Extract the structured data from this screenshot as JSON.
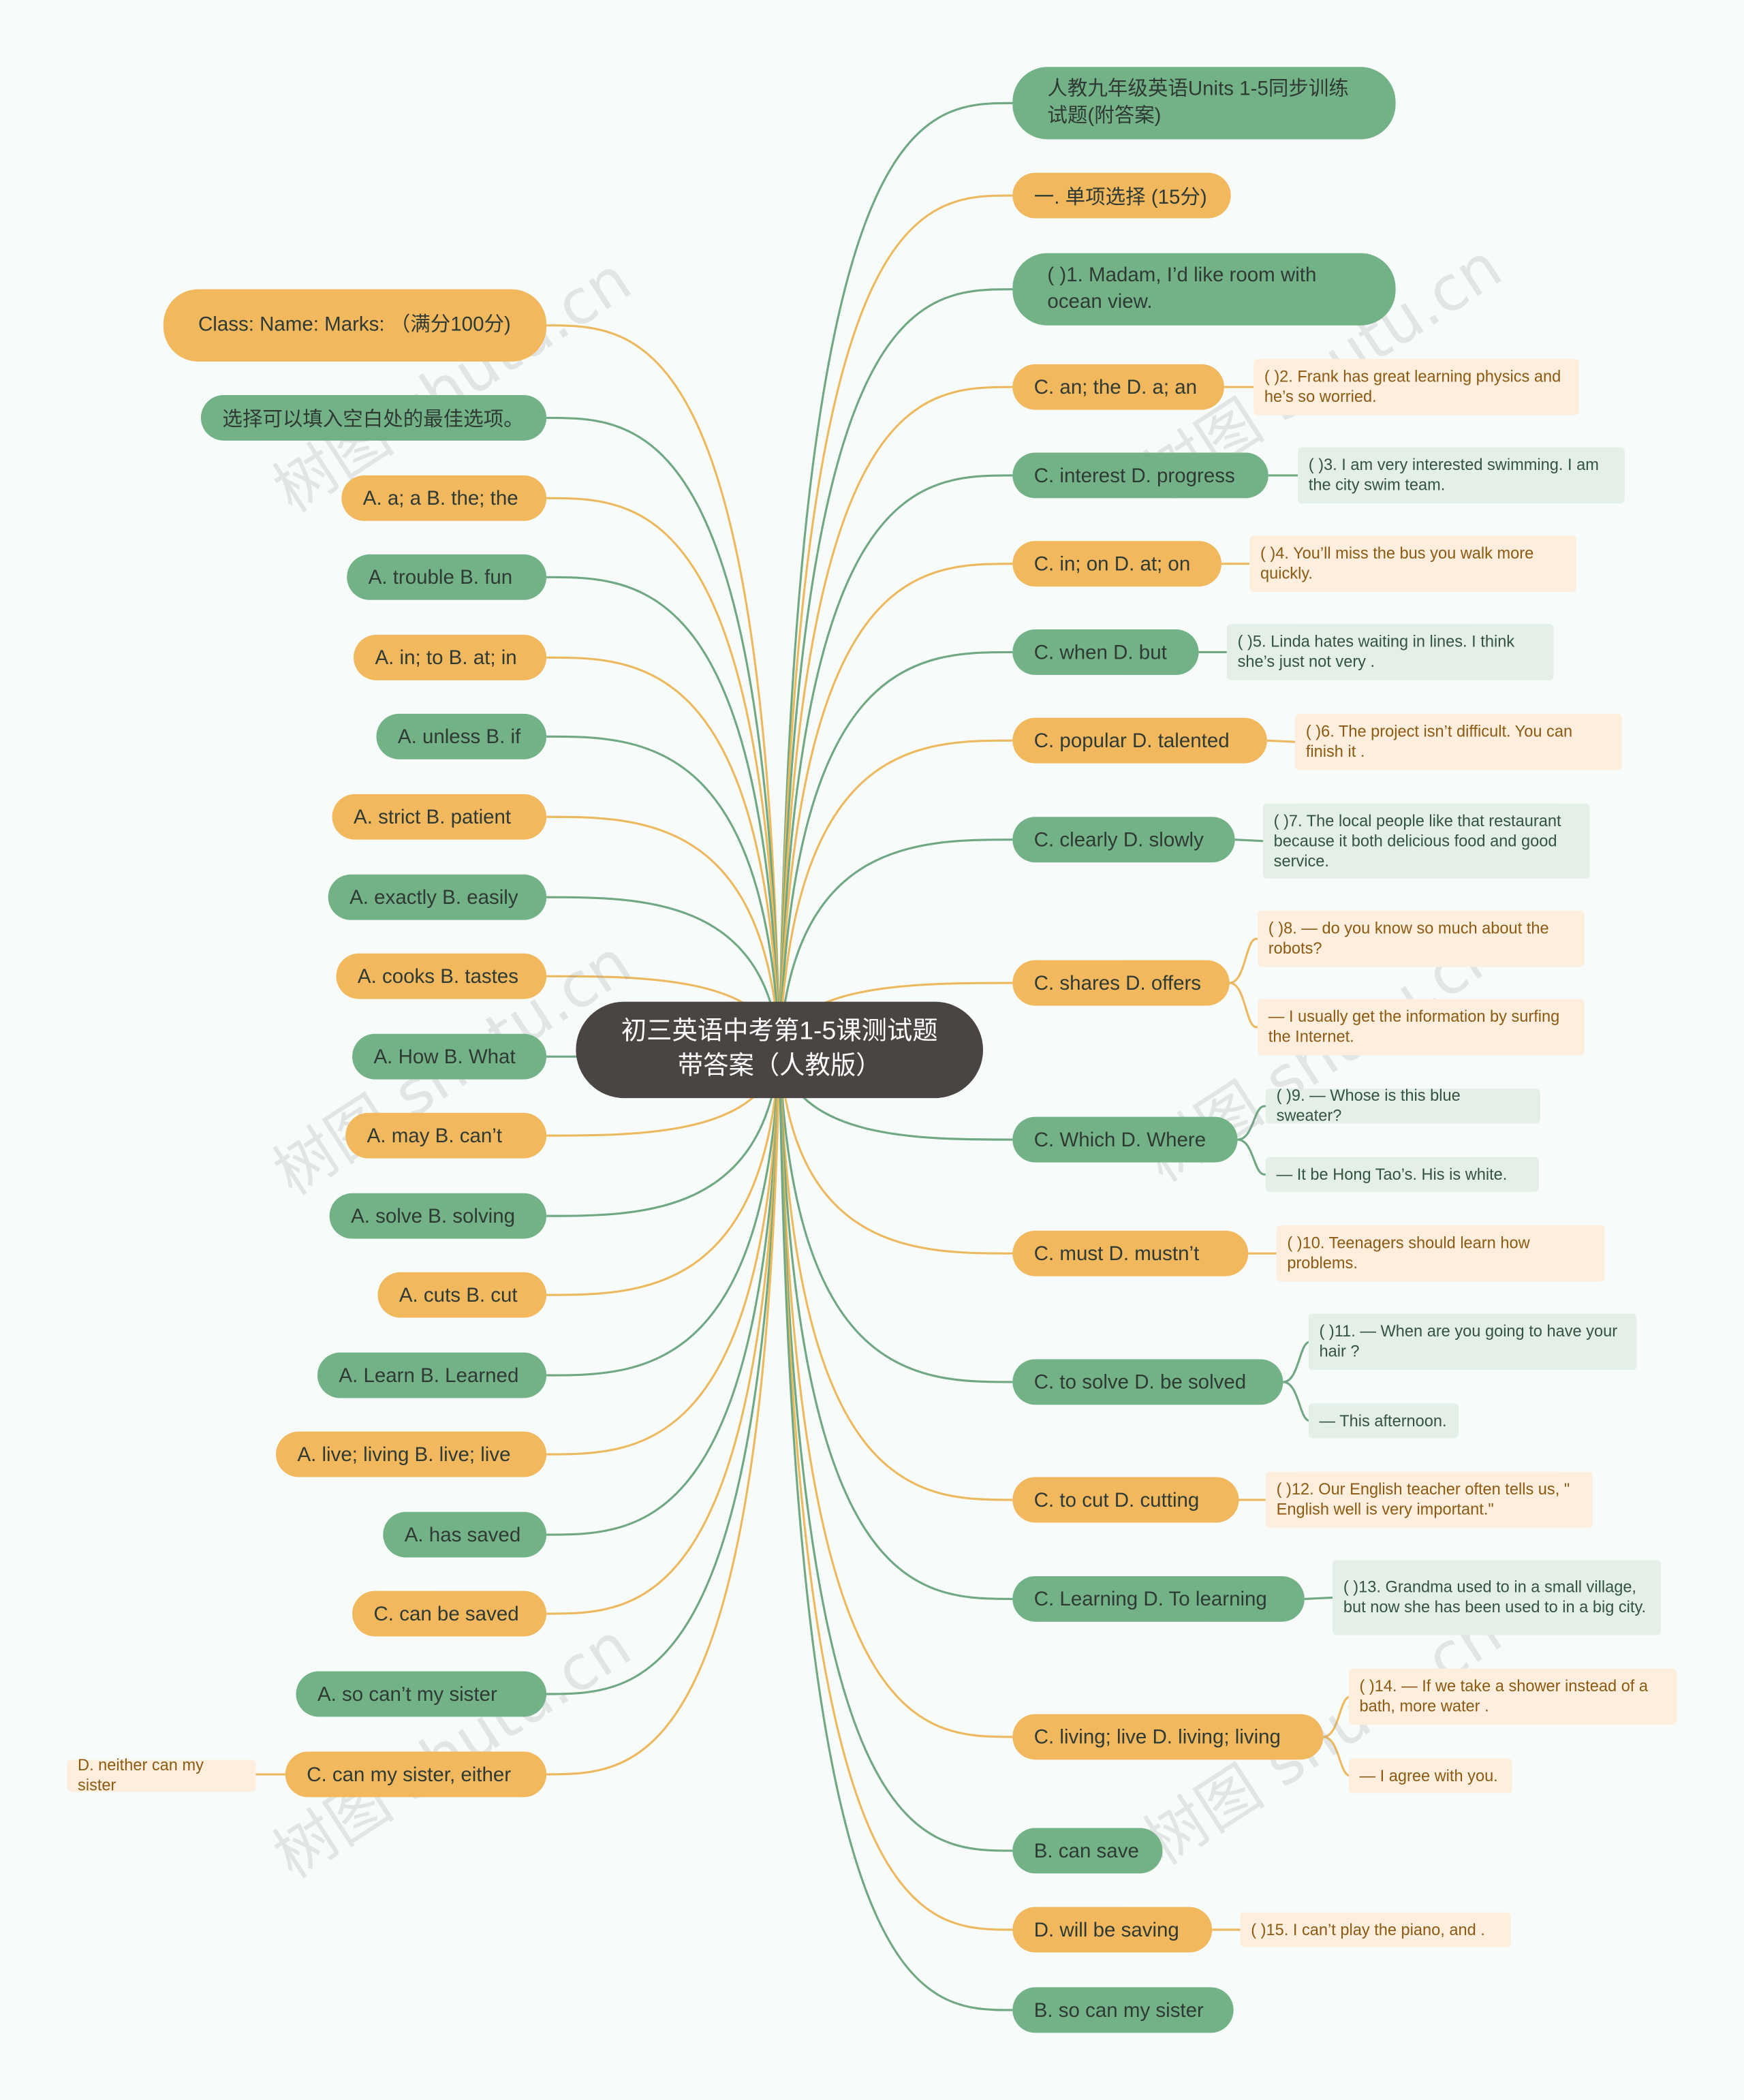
{
  "center": "初三英语中考第1-5课测试题带答案（人教版）",
  "watermark": "树图 shutu.cn",
  "colors": {
    "green": "#73b287",
    "orange": "#f1b85e",
    "center": "#4a4543",
    "link_green": "#6fa882",
    "link_orange": "#ecb95f"
  },
  "left": [
    "Class: Name: Marks: （满分100分)",
    "选择可以填入空白处的最佳选项。",
    "A. a; a B. the; the",
    "A. trouble B. fun",
    "A. in; to B. at; in",
    "A. unless B. if",
    "A. strict B. patient",
    "A. exactly B. easily",
    "A. cooks B. tastes",
    "A. How B. What",
    "A. may B. can’t",
    "A. solve B. solving",
    "A. cuts B. cut",
    "A. Learn B. Learned",
    "A. live; living B. live; live",
    "A. has saved",
    "C. can be saved",
    "A. so can’t my sister",
    "C. can my sister, either"
  ],
  "left_note": "D. neither can my sister",
  "right": [
    "人教九年级英语Units 1-5同步训练试题(附答案)",
    "一. 单项选择 (15分)",
    "( )1. Madam, I’d like room with ocean view.",
    "C. an; the D. a; an",
    "C. interest D. progress",
    "C. in; on D. at; on",
    "C. when D. but",
    "C. popular D. talented",
    "C. clearly D. slowly",
    "C. shares D. offers",
    "C. Which D. Where",
    "C. must D. mustn’t",
    "C. to solve D. be solved",
    "C. to cut D. cutting",
    "C. Learning D. To learning",
    "C. living; live D. living; living",
    "B. can save",
    "D. will be saving",
    "B. so can my sister"
  ],
  "notes": [
    "( )2. Frank has great learning physics and he’s so worried.",
    "( )3. I am very interested swimming. I am the city swim team.",
    "( )4. You’ll miss the bus you walk more quickly.",
    "( )5. Linda hates waiting in lines. I think she’s just not very .",
    "( )6. The project isn’t difficult. You can finish it .",
    "( )7. The local people like that restaurant because it both delicious food and good service.",
    "( )8. — do you know so much about the robots?",
    "— I usually get the information by surfing the Internet.",
    "( )9. — Whose is this blue sweater?",
    "— It be Hong Tao’s. His is white.",
    "( )10. Teenagers should learn how problems.",
    "( )11. — When are you going to have your hair ?",
    "— This afternoon.",
    "( )12. Our English teacher often tells us, \" English well is very important.\"",
    "( )13. Grandma used to in a small village, but now she has been used to in a big city.",
    "( )14. — If we take a shower instead of a bath, more water .",
    "— I agree with you.",
    "( )15. I can’t play the piano, and ."
  ]
}
